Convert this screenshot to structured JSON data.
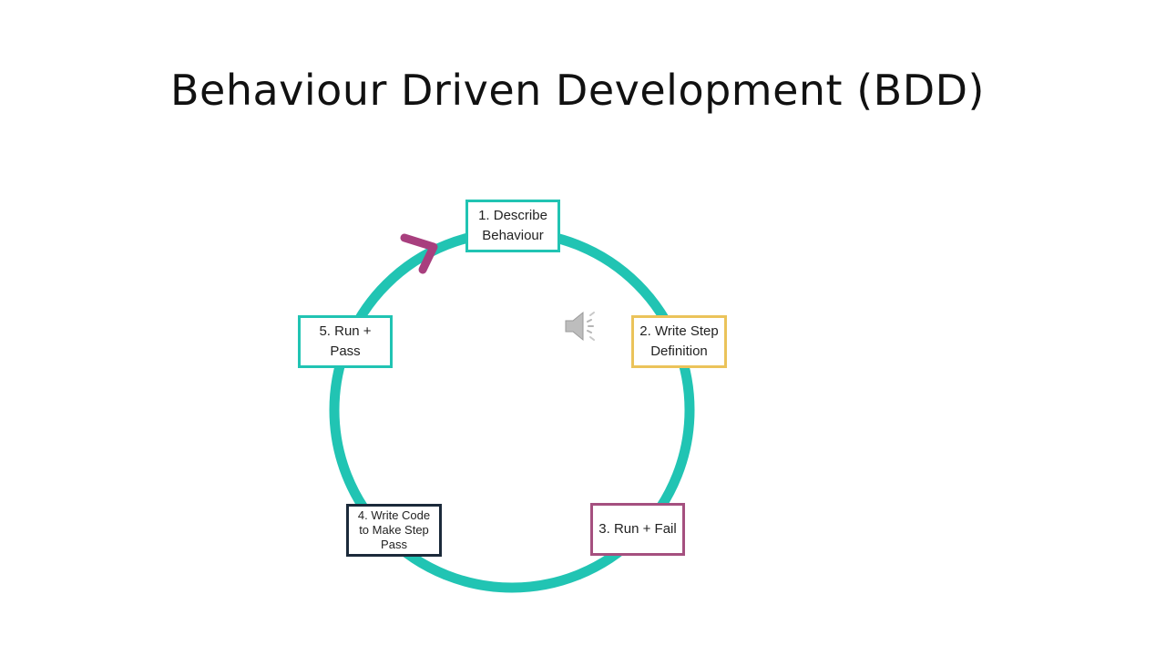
{
  "slide": {
    "title": "Behaviour Driven Development (BDD)"
  },
  "diagram": {
    "colors": {
      "cycle": "#21C4B3",
      "arrow": "#A83F7E"
    },
    "steps": [
      {
        "label": "1. Describe\nBehaviour",
        "border_color": "#21C4B3"
      },
      {
        "label": "2. Write Step\nDefinition",
        "border_color": "#EBC35A"
      },
      {
        "label": "3. Run + Fail",
        "border_color": "#A5507F"
      },
      {
        "label": "4. Write Code\nto Make Step\nPass",
        "border_color": "#1B2A3A"
      },
      {
        "label": "5. Run + Pass",
        "border_color": "#21C4B3"
      }
    ]
  },
  "media": {
    "audio_icon": "speaker-icon"
  }
}
